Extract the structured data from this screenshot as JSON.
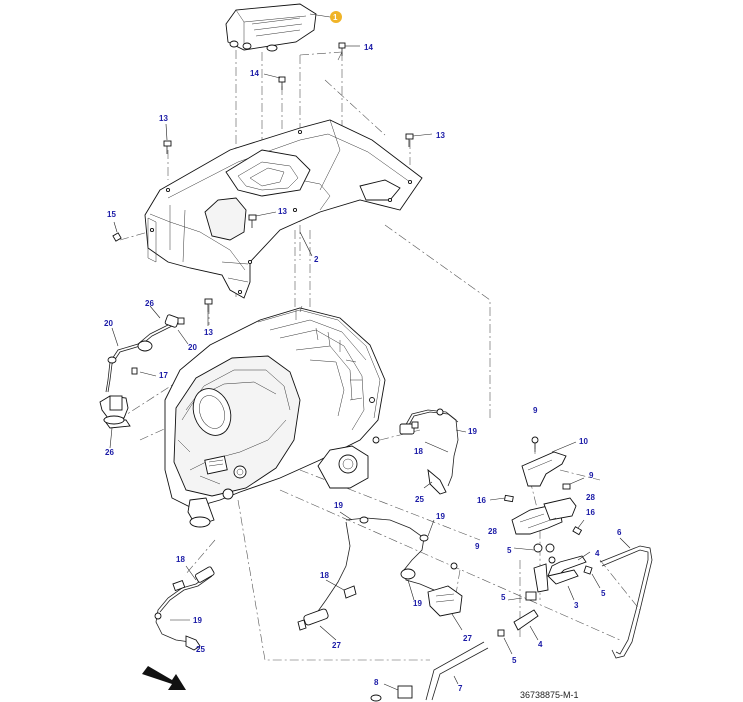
{
  "diagram": {
    "reference_number": "36738875-M-1",
    "highlight_color": "#f0b428",
    "callout_color": "#1a1aa6",
    "callouts": [
      {
        "id": "c1",
        "label": "1",
        "highlighted": true
      },
      {
        "id": "c14a",
        "label": "14"
      },
      {
        "id": "c14b",
        "label": "14"
      },
      {
        "id": "c13a",
        "label": "13"
      },
      {
        "id": "c13b",
        "label": "13"
      },
      {
        "id": "c13c",
        "label": "13"
      },
      {
        "id": "c13d",
        "label": "13"
      },
      {
        "id": "c15",
        "label": "15"
      },
      {
        "id": "c2",
        "label": "2"
      },
      {
        "id": "c26a",
        "label": "26"
      },
      {
        "id": "c20a",
        "label": "20"
      },
      {
        "id": "c20b",
        "label": "20"
      },
      {
        "id": "c17",
        "label": "17"
      },
      {
        "id": "c26b",
        "label": "26"
      },
      {
        "id": "c19a",
        "label": "19"
      },
      {
        "id": "c18a",
        "label": "18"
      },
      {
        "id": "c25a",
        "label": "25"
      },
      {
        "id": "c9a",
        "label": "9"
      },
      {
        "id": "c10",
        "label": "10"
      },
      {
        "id": "c9b",
        "label": "9"
      },
      {
        "id": "c16a",
        "label": "16"
      },
      {
        "id": "c28a",
        "label": "28"
      },
      {
        "id": "c16b",
        "label": "16"
      },
      {
        "id": "c28b",
        "label": "28"
      },
      {
        "id": "c19b",
        "label": "19"
      },
      {
        "id": "c19c",
        "label": "19"
      },
      {
        "id": "c9c",
        "label": "9"
      },
      {
        "id": "c5a",
        "label": "5"
      },
      {
        "id": "c4a",
        "label": "4"
      },
      {
        "id": "c6",
        "label": "6"
      },
      {
        "id": "c18b",
        "label": "18"
      },
      {
        "id": "c18c",
        "label": "18"
      },
      {
        "id": "c19d",
        "label": "19"
      },
      {
        "id": "c19e",
        "label": "19"
      },
      {
        "id": "c5b",
        "label": "5"
      },
      {
        "id": "c3",
        "label": "3"
      },
      {
        "id": "c5c",
        "label": "5"
      },
      {
        "id": "c27a",
        "label": "27"
      },
      {
        "id": "c27b",
        "label": "27"
      },
      {
        "id": "c25b",
        "label": "25"
      },
      {
        "id": "c4b",
        "label": "4"
      },
      {
        "id": "c5d",
        "label": "5"
      },
      {
        "id": "c8",
        "label": "8"
      },
      {
        "id": "c7",
        "label": "7"
      }
    ]
  }
}
